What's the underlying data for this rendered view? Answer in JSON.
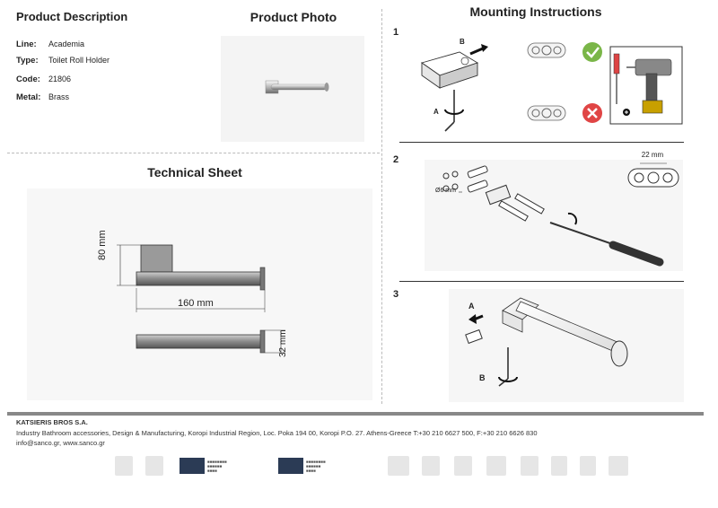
{
  "left": {
    "product_description_title": "Product Description",
    "product_photo_title": "Product Photo",
    "specs": [
      {
        "label": "Line:",
        "value": "Academia"
      },
      {
        "label": "Type:",
        "value": "Toilet Roll Holder"
      },
      {
        "label": "Code:",
        "value": "21806"
      },
      {
        "label": "Metal:",
        "value": "Brass"
      }
    ],
    "technical_sheet_title": "Technical Sheet",
    "dim_height": "80 mm",
    "dim_length": "160 mm",
    "dim_diameter": "32 mm"
  },
  "right": {
    "mounting_title": "Mounting Instructions",
    "steps": [
      "1",
      "2",
      "3"
    ],
    "label_a": "A",
    "label_b": "B",
    "dim_spacing": "22 mm",
    "dim_drill": "Ø6 mm"
  },
  "footer": {
    "company": "KATSIERIS BROS S.A.",
    "line1": "Industry Bathroom accessories, Design & Manufacturing, Koropi Industrial Region, Loc. Poka 194 00, Koropi P.O. 27. Athens-Greece   T:+30 210 6627 500, F:+30 210 6626 830",
    "line2": "info@sanco.gr, www.sanco.gr"
  },
  "colors": {
    "check": "#7ab648",
    "cross": "#e04545",
    "accent_bar": "#888888"
  }
}
